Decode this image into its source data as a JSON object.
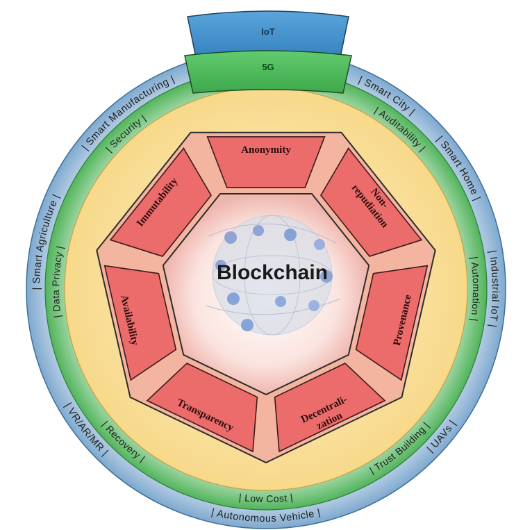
{
  "tabs": {
    "iot": "IoT",
    "fiveg": "5G"
  },
  "outer_ring_items": [
    "| Smart City |",
    "| Smart Home |",
    "| Industrial IoT |",
    "| UAVs |",
    "| Autonomous Vehicle |",
    "| VR/AR/MR |",
    "| Smart Agriculture |",
    "| Smart Manufacturing |"
  ],
  "green_ring_items": [
    "| Auditability |",
    "| Automation |",
    "| Trust Building |",
    "| Low Cost |",
    "| Recovery |",
    "| Data Privacy |",
    "| Security |"
  ],
  "properties": [
    {
      "lines": [
        "Anonymity"
      ]
    },
    {
      "lines": [
        "Non-",
        "repudiation"
      ]
    },
    {
      "lines": [
        "Provenance"
      ]
    },
    {
      "lines": [
        "Decentrali-",
        "zation"
      ]
    },
    {
      "lines": [
        "Transparency"
      ]
    },
    {
      "lines": [
        "Availability"
      ]
    },
    {
      "lines": [
        "Immutability"
      ]
    }
  ],
  "center_label": "Blockchain",
  "colors": {
    "outer_ring": "#cfe0ef",
    "green_ring": "#5fbf6b",
    "yellow_ring": "#fbe3a4",
    "heptagon_fill": "#f3b5a0",
    "trapezoid_fill": "#ec6b6b",
    "iot_tab": "#3f8fc9",
    "fiveg_tab": "#4cbb5c"
  }
}
